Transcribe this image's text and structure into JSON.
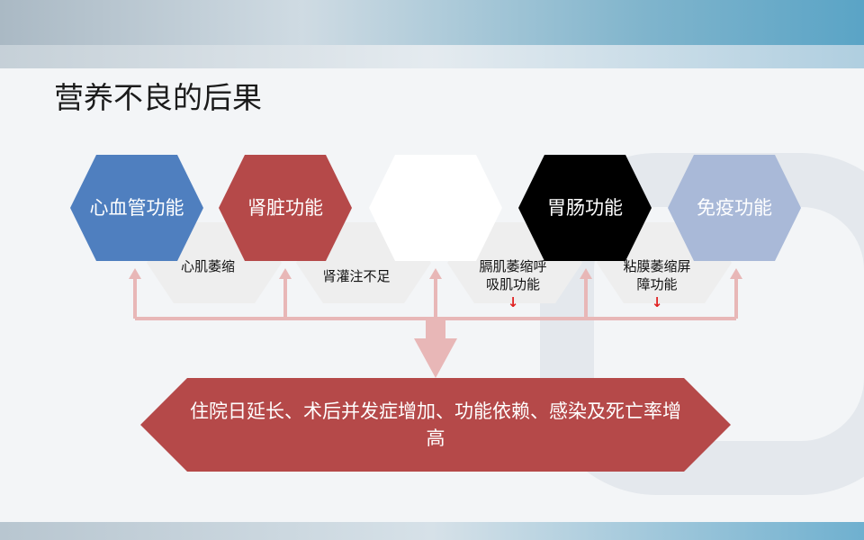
{
  "title": "营养不良的后果",
  "functions": [
    {
      "label": "心血管功能",
      "effect": "心肌萎缩",
      "color": "#4f7fbf"
    },
    {
      "label": "肾脏功能",
      "effect": "肾灌注不足",
      "color": "#b54949"
    },
    {
      "label": "",
      "effect": "",
      "color": "#ffffff"
    },
    {
      "label": "胃肠功能",
      "effect": "粘膜萎缩屏障功能",
      "color": "#000000"
    },
    {
      "label": "免疫功能",
      "effect": "",
      "color": "#a9b9d8"
    }
  ],
  "lower_effects": [
    {
      "text": "膈肌萎缩呼吸肌功能",
      "arrow": "↓"
    },
    {
      "text": "粘膜萎缩屏障功能",
      "arrow": "↓"
    }
  ],
  "result": "住院日延长、术后并发症增加、功能依赖、感染及死亡率增高",
  "colors": {
    "connector": "#e8b7b7",
    "result_fill": "#b54949",
    "sub_hex_fill": "#eeeeee",
    "arrow": "#e02020"
  },
  "icons": {
    "up_arrow": "arrow-up-icon",
    "down_arrow": "big-down-arrow-icon"
  }
}
